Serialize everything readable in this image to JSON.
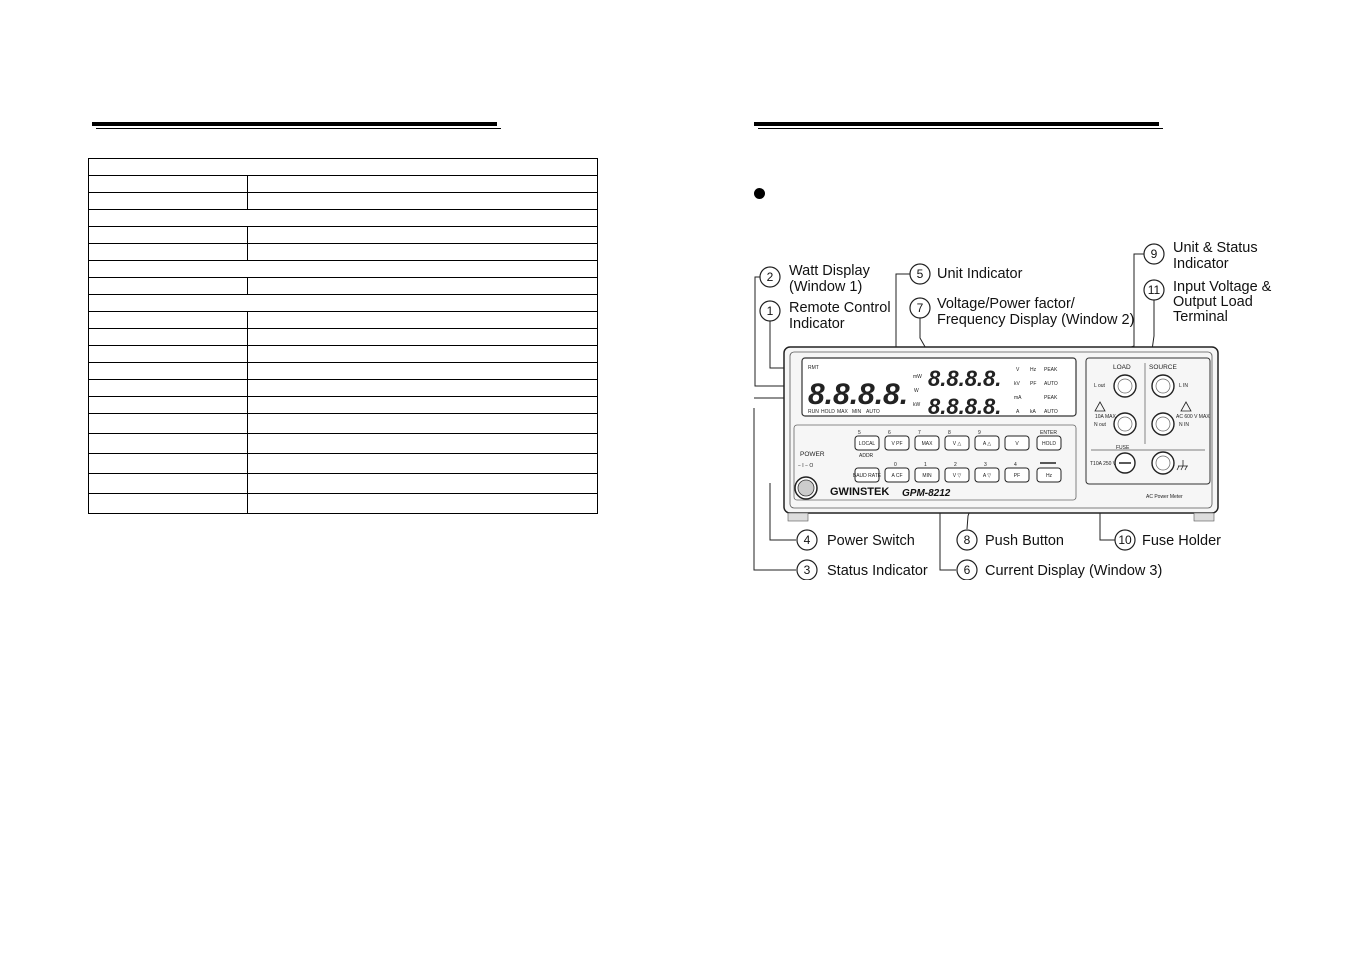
{
  "left_page": {
    "table_rows": 20
  },
  "right_page": {
    "diagram": {
      "callouts": [
        {
          "num": "1",
          "label_lines": [
            "Remote Control",
            "Indicator"
          ]
        },
        {
          "num": "2",
          "label_lines": [
            "Watt Display",
            "(Window 1)"
          ]
        },
        {
          "num": "3",
          "label_lines": [
            "Status Indicator"
          ]
        },
        {
          "num": "4",
          "label_lines": [
            "Power Switch"
          ]
        },
        {
          "num": "5",
          "label_lines": [
            "Unit Indicator"
          ]
        },
        {
          "num": "6",
          "label_lines": [
            "Current Display (Window 3)"
          ]
        },
        {
          "num": "7",
          "label_lines": [
            "Voltage/Power factor/",
            "Frequency Display (Window 2)"
          ]
        },
        {
          "num": "8",
          "label_lines": [
            "Push Button"
          ]
        },
        {
          "num": "9",
          "label_lines": [
            "Unit & Status",
            "Indicator"
          ]
        },
        {
          "num": "10",
          "label_lines": [
            "Fuse Holder"
          ]
        },
        {
          "num": "11",
          "label_lines": [
            "Input Voltage &",
            "Output Load",
            "Terminal"
          ]
        }
      ],
      "panel": {
        "brand": "GWINSTEK",
        "model": "GPM-8212",
        "product": "AC Power Meter",
        "digits": "8.8.8.8.",
        "rmt": "RMT",
        "status_labels": [
          "RUN",
          "HOLD",
          "MAX",
          "MIN",
          "AUTO"
        ],
        "window1_units": [
          "mW",
          "W",
          "kW"
        ],
        "window2_units": [
          "V",
          "Hz",
          "PEAK",
          "kV",
          "PF",
          "AUTO"
        ],
        "window3_units": [
          "mA",
          "PEAK",
          "A",
          "kA",
          "AUTO"
        ],
        "power_label": "POWER",
        "power_marks": "− I  − O",
        "buttons_top": [
          "LOCAL",
          "V PF",
          "MAX",
          "V △",
          "A △",
          "V",
          "HOLD"
        ],
        "buttons_top_nums": [
          "5",
          "6",
          "7",
          "8",
          "9"
        ],
        "buttons_bottom": [
          "BAUD RATE",
          "A CF",
          "MIN",
          "V ▽",
          "A ▽",
          "PF",
          "Hz"
        ],
        "buttons_bottom_nums": [
          "0",
          "1",
          "2",
          "3",
          "4"
        ],
        "addr": "ADDR",
        "enter": "ENTER",
        "load": "LOAD",
        "source": "SOURCE",
        "l_out": "L out",
        "n_out": "N out",
        "l_in": "L IN",
        "n_in": "N IN",
        "load_max": "10A MAX",
        "source_max": "AC 600 V MAX",
        "fuse": "FUSE",
        "fuse_rating": "T10A 250 V"
      }
    }
  }
}
